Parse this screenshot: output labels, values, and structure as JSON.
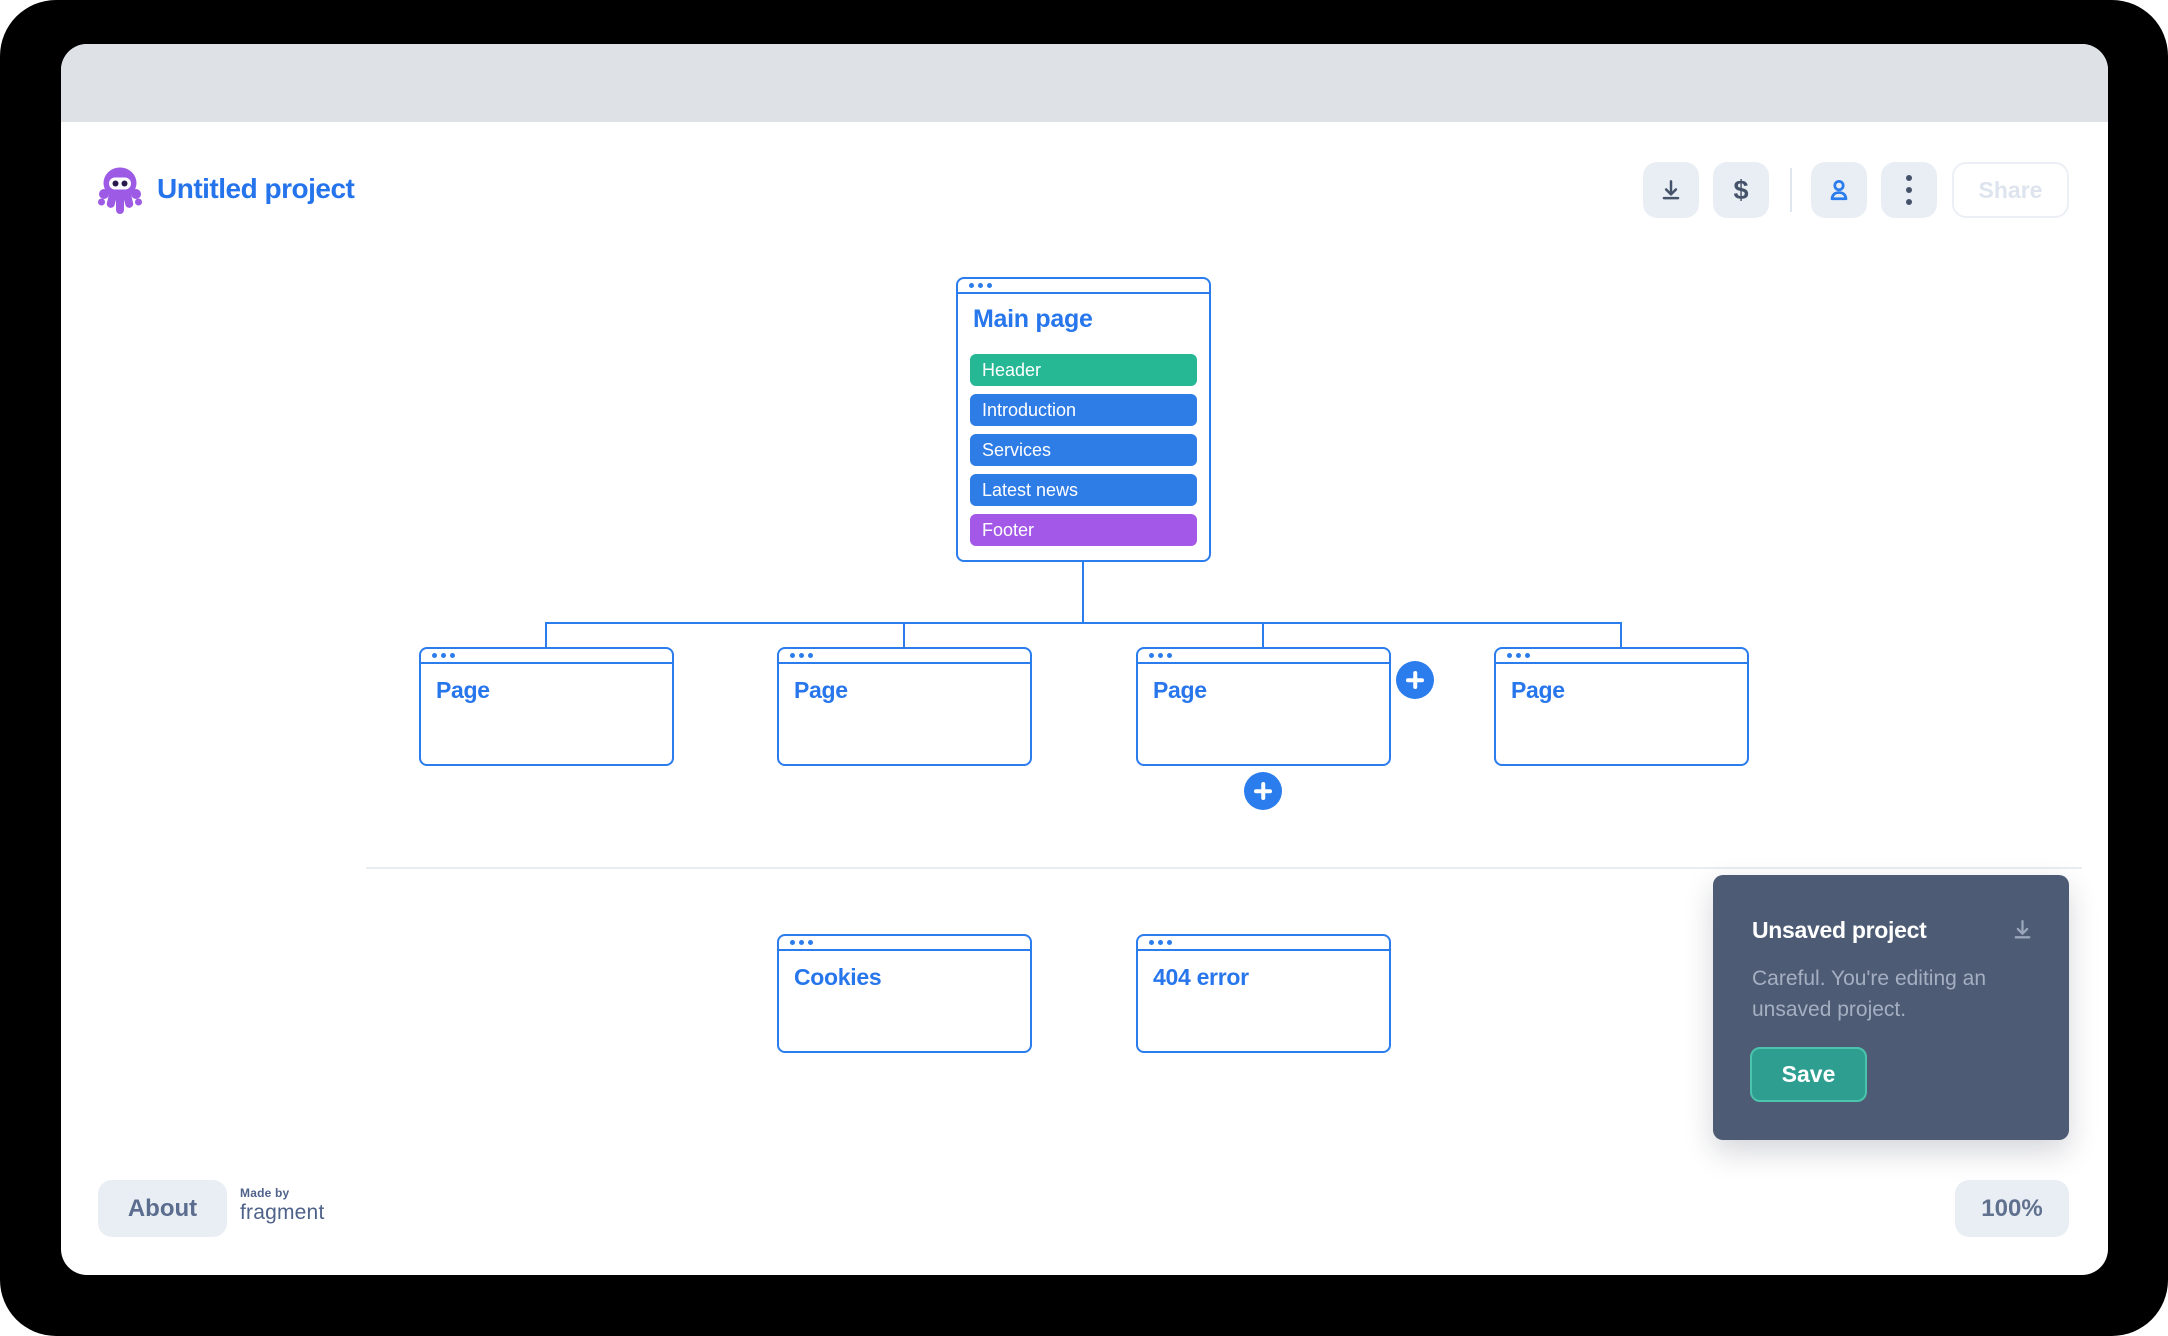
{
  "header": {
    "project_title": "Untitled project",
    "share_label": "Share",
    "dollar_glyph": "$"
  },
  "sitemap": {
    "main_page": {
      "title": "Main page",
      "sections": [
        {
          "label": "Header",
          "color": "#26b795"
        },
        {
          "label": "Introduction",
          "color": "#2e7ce6"
        },
        {
          "label": "Services",
          "color": "#2e7ce6"
        },
        {
          "label": "Latest news",
          "color": "#2e7ce6"
        },
        {
          "label": "Footer",
          "color": "#a458e8"
        }
      ]
    },
    "pages": [
      {
        "title": "Page"
      },
      {
        "title": "Page"
      },
      {
        "title": "Page"
      },
      {
        "title": "Page"
      }
    ],
    "utility_pages": [
      {
        "title": "Cookies"
      },
      {
        "title": "404 error"
      }
    ]
  },
  "toast": {
    "title": "Unsaved project",
    "body": "Careful. You're editing an unsaved project.",
    "save_label": "Save"
  },
  "footer": {
    "about_label": "About",
    "made_by": "Made by",
    "brand": "fragment",
    "zoom_level": "100%"
  },
  "colors": {
    "primary_blue": "#2b7cec",
    "title_blue": "#2574ec",
    "logo_purple": "#9d5be5",
    "titlebar_gray": "#dee2e6",
    "button_bg": "#e9eef4",
    "icon_slate": "#44536a",
    "toast_bg": "#4d5b74",
    "save_teal": "#2d9e90",
    "section_teal": "#26b795",
    "section_blue": "#2e7ce6",
    "section_purple": "#a458e8"
  }
}
